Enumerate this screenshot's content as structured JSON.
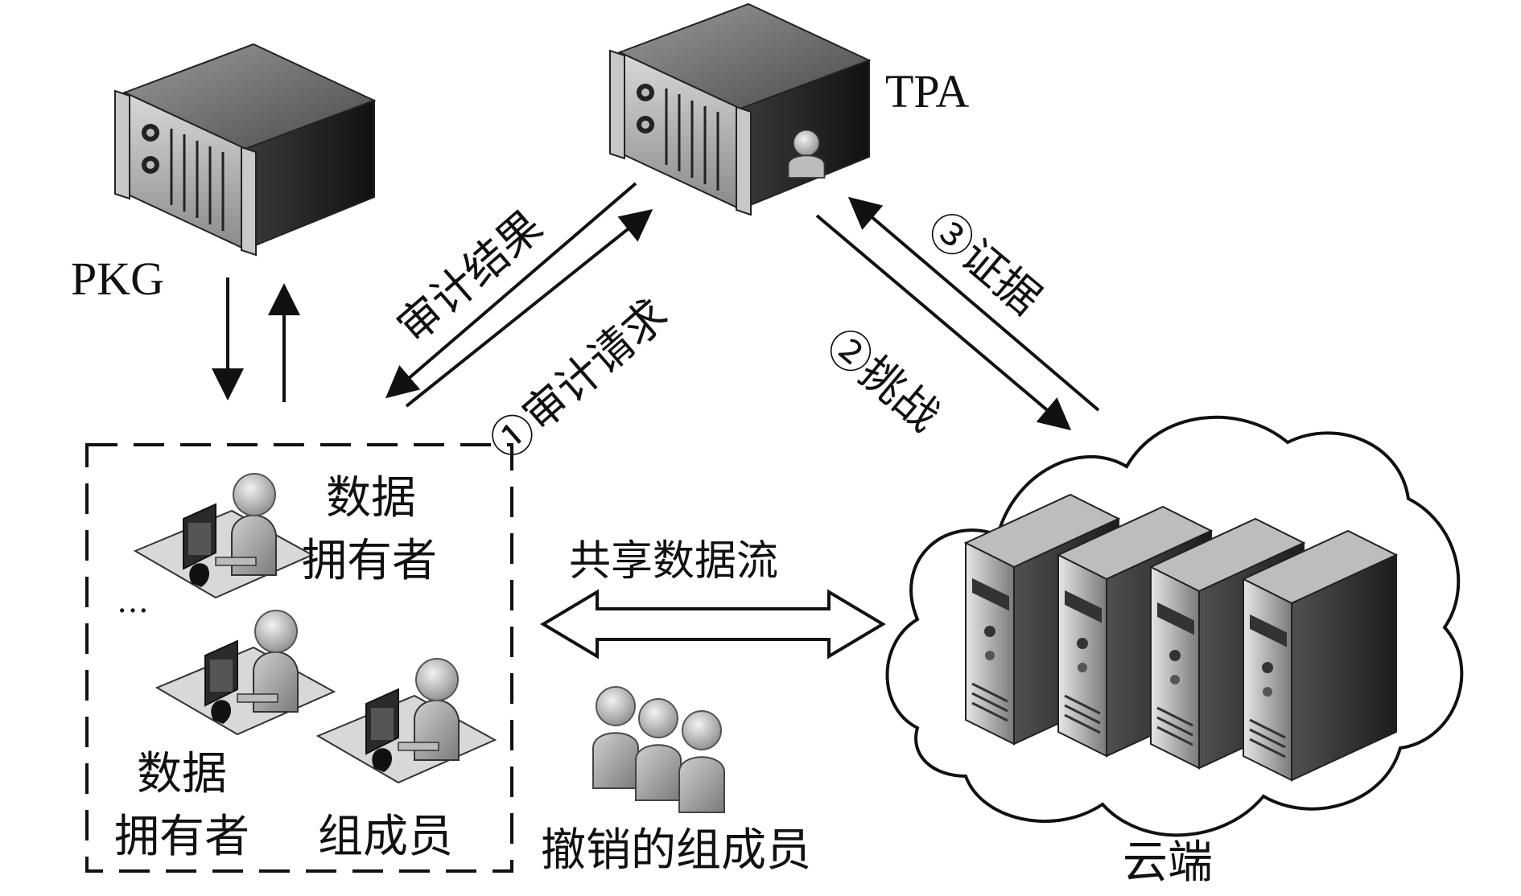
{
  "entities": {
    "pkg": "PKG",
    "tpa": "TPA",
    "cloud": "云端",
    "revoked_members": "撤销的组成员"
  },
  "group": {
    "owner_top": [
      "数据",
      "拥有者"
    ],
    "ellipsis": "…",
    "owner_bottom": [
      "数据",
      "拥有者"
    ],
    "member": "组成员"
  },
  "arrows": {
    "audit_result": "审计结果",
    "audit_request": "①审计请求",
    "challenge": "②挑战",
    "evidence": "③证据",
    "shared_data_flow": "共享数据流"
  },
  "colors": {
    "ink": "#111111",
    "server_dark": "#2a2a2a",
    "server_light": "#bdbdbd"
  }
}
